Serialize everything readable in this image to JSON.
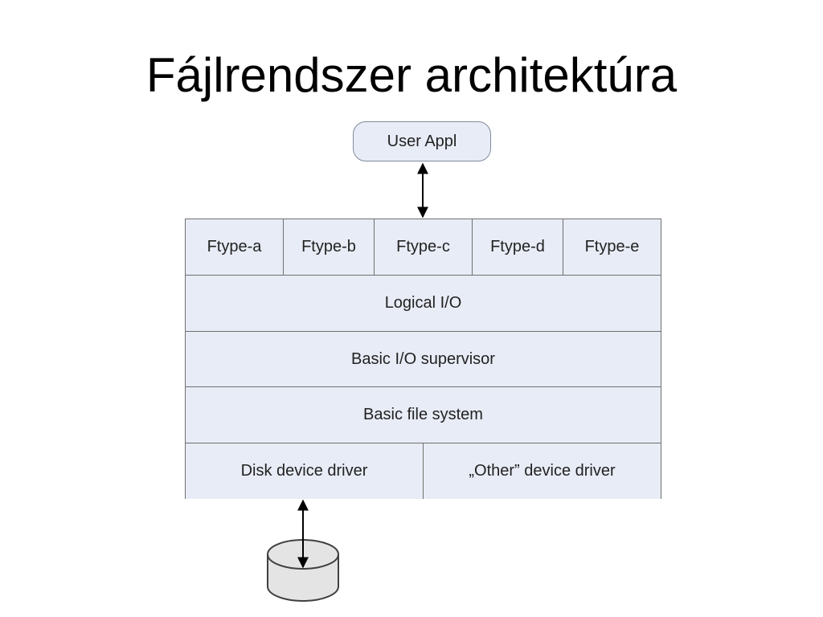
{
  "title": "Fájlrendszer architektúra",
  "user_appl": "User Appl",
  "ftypes": [
    "Ftype-a",
    "Ftype-b",
    "Ftype-c",
    "Ftype-d",
    "Ftype-e"
  ],
  "layers": {
    "logical_io": "Logical I/O",
    "basic_io_supervisor": "Basic I/O supervisor",
    "basic_file_system": "Basic file system"
  },
  "drivers": {
    "disk": "Disk device driver",
    "other": "„Other” device driver"
  },
  "colors": {
    "box_fill": "#e8ecf6",
    "box_border": "#707070",
    "disk_fill": "#e4e4e4"
  },
  "icons": {
    "disk": "disk-cylinder-icon"
  }
}
